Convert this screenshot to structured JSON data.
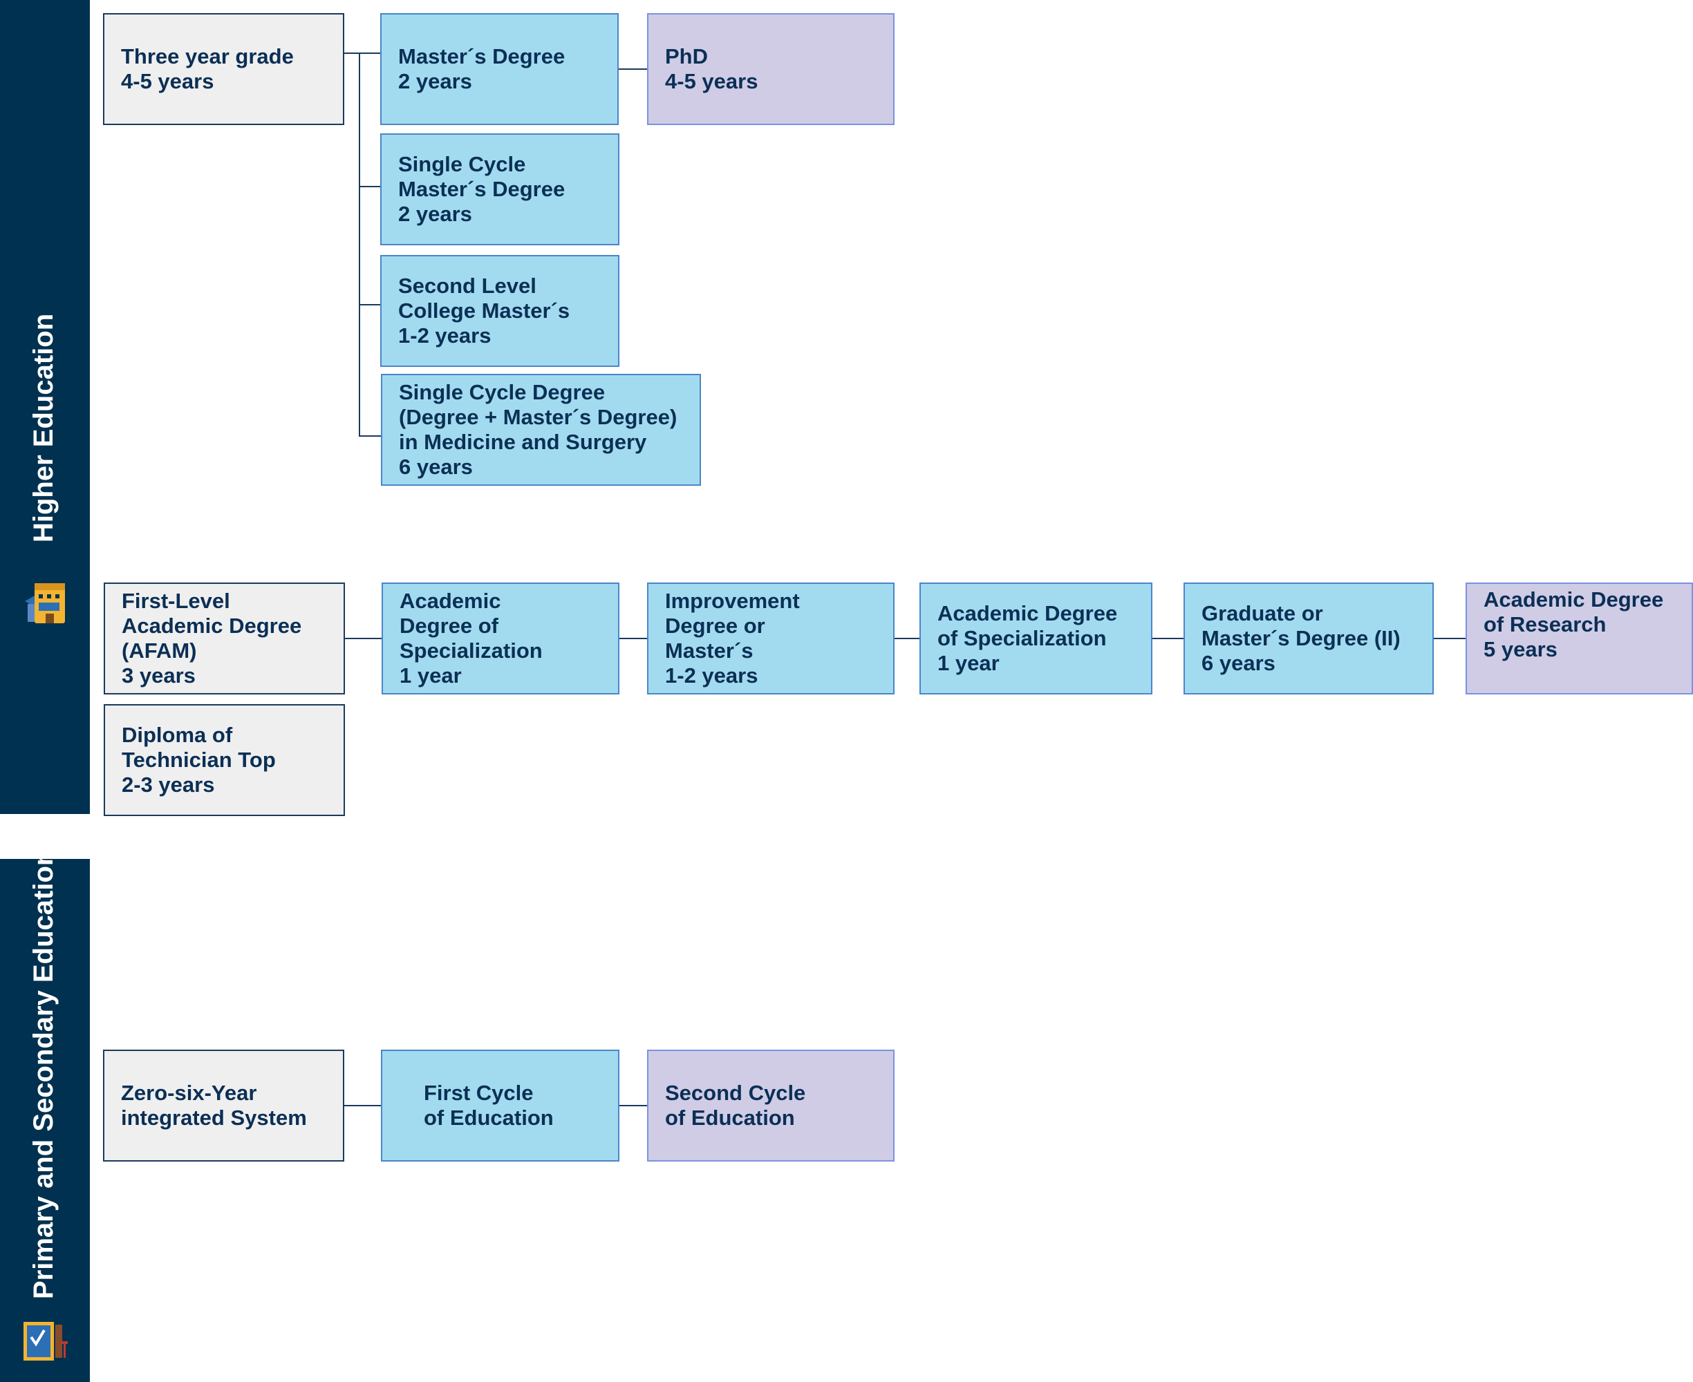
{
  "bands": {
    "higher": {
      "label": "Higher Education",
      "icon": "school-building-icon"
    },
    "primary": {
      "label": "Primary and Secondary Education",
      "icon": "classroom-board-icon"
    }
  },
  "colors": {
    "band": "#003150",
    "grey_box": "#efefef",
    "blue_box": "#a2dbef",
    "purple_box": "#d0cce6",
    "text": "#0b2f55"
  },
  "boxes": {
    "three_year_grade": [
      "Three year grade",
      "4-5 years"
    ],
    "masters_degree": [
      "Master´s Degree",
      "2 years"
    ],
    "phd": [
      "PhD",
      "4-5 years"
    ],
    "single_cycle_masters": [
      "Single Cycle",
      "Master´s Degree",
      "2 years"
    ],
    "second_level_college": [
      "Second Level",
      "College Master´s",
      "1-2 years"
    ],
    "single_cycle_medicine": [
      "Single Cycle Degree",
      "(Degree + Master´s Degree)",
      "in Medicine and Surgery",
      "6 years"
    ],
    "first_level_afam": [
      "First-Level",
      "Academic Degree",
      "(AFAM)",
      "3 years"
    ],
    "academic_specialization_1": [
      "Academic",
      "Degree of",
      "Specialization",
      "1 year"
    ],
    "improvement_degree": [
      "Improvement",
      "Degree or",
      "Master´s",
      "1-2 years"
    ],
    "academic_specialization_2": [
      "Academic Degree",
      "of Specialization",
      "1 year"
    ],
    "graduate_masters_ii": [
      "Graduate or",
      "Master´s Degree (II)",
      "6 years"
    ],
    "academic_research": [
      "Academic Degree",
      "of Research",
      "5 years"
    ],
    "diploma_technician": [
      "Diploma of",
      "Technician Top",
      "2-3 years"
    ],
    "zero_six_year": [
      "Zero-six-Year",
      "integrated System"
    ],
    "first_cycle": [
      "First Cycle",
      "of Education"
    ],
    "second_cycle": [
      "Second Cycle",
      "of Education"
    ]
  }
}
